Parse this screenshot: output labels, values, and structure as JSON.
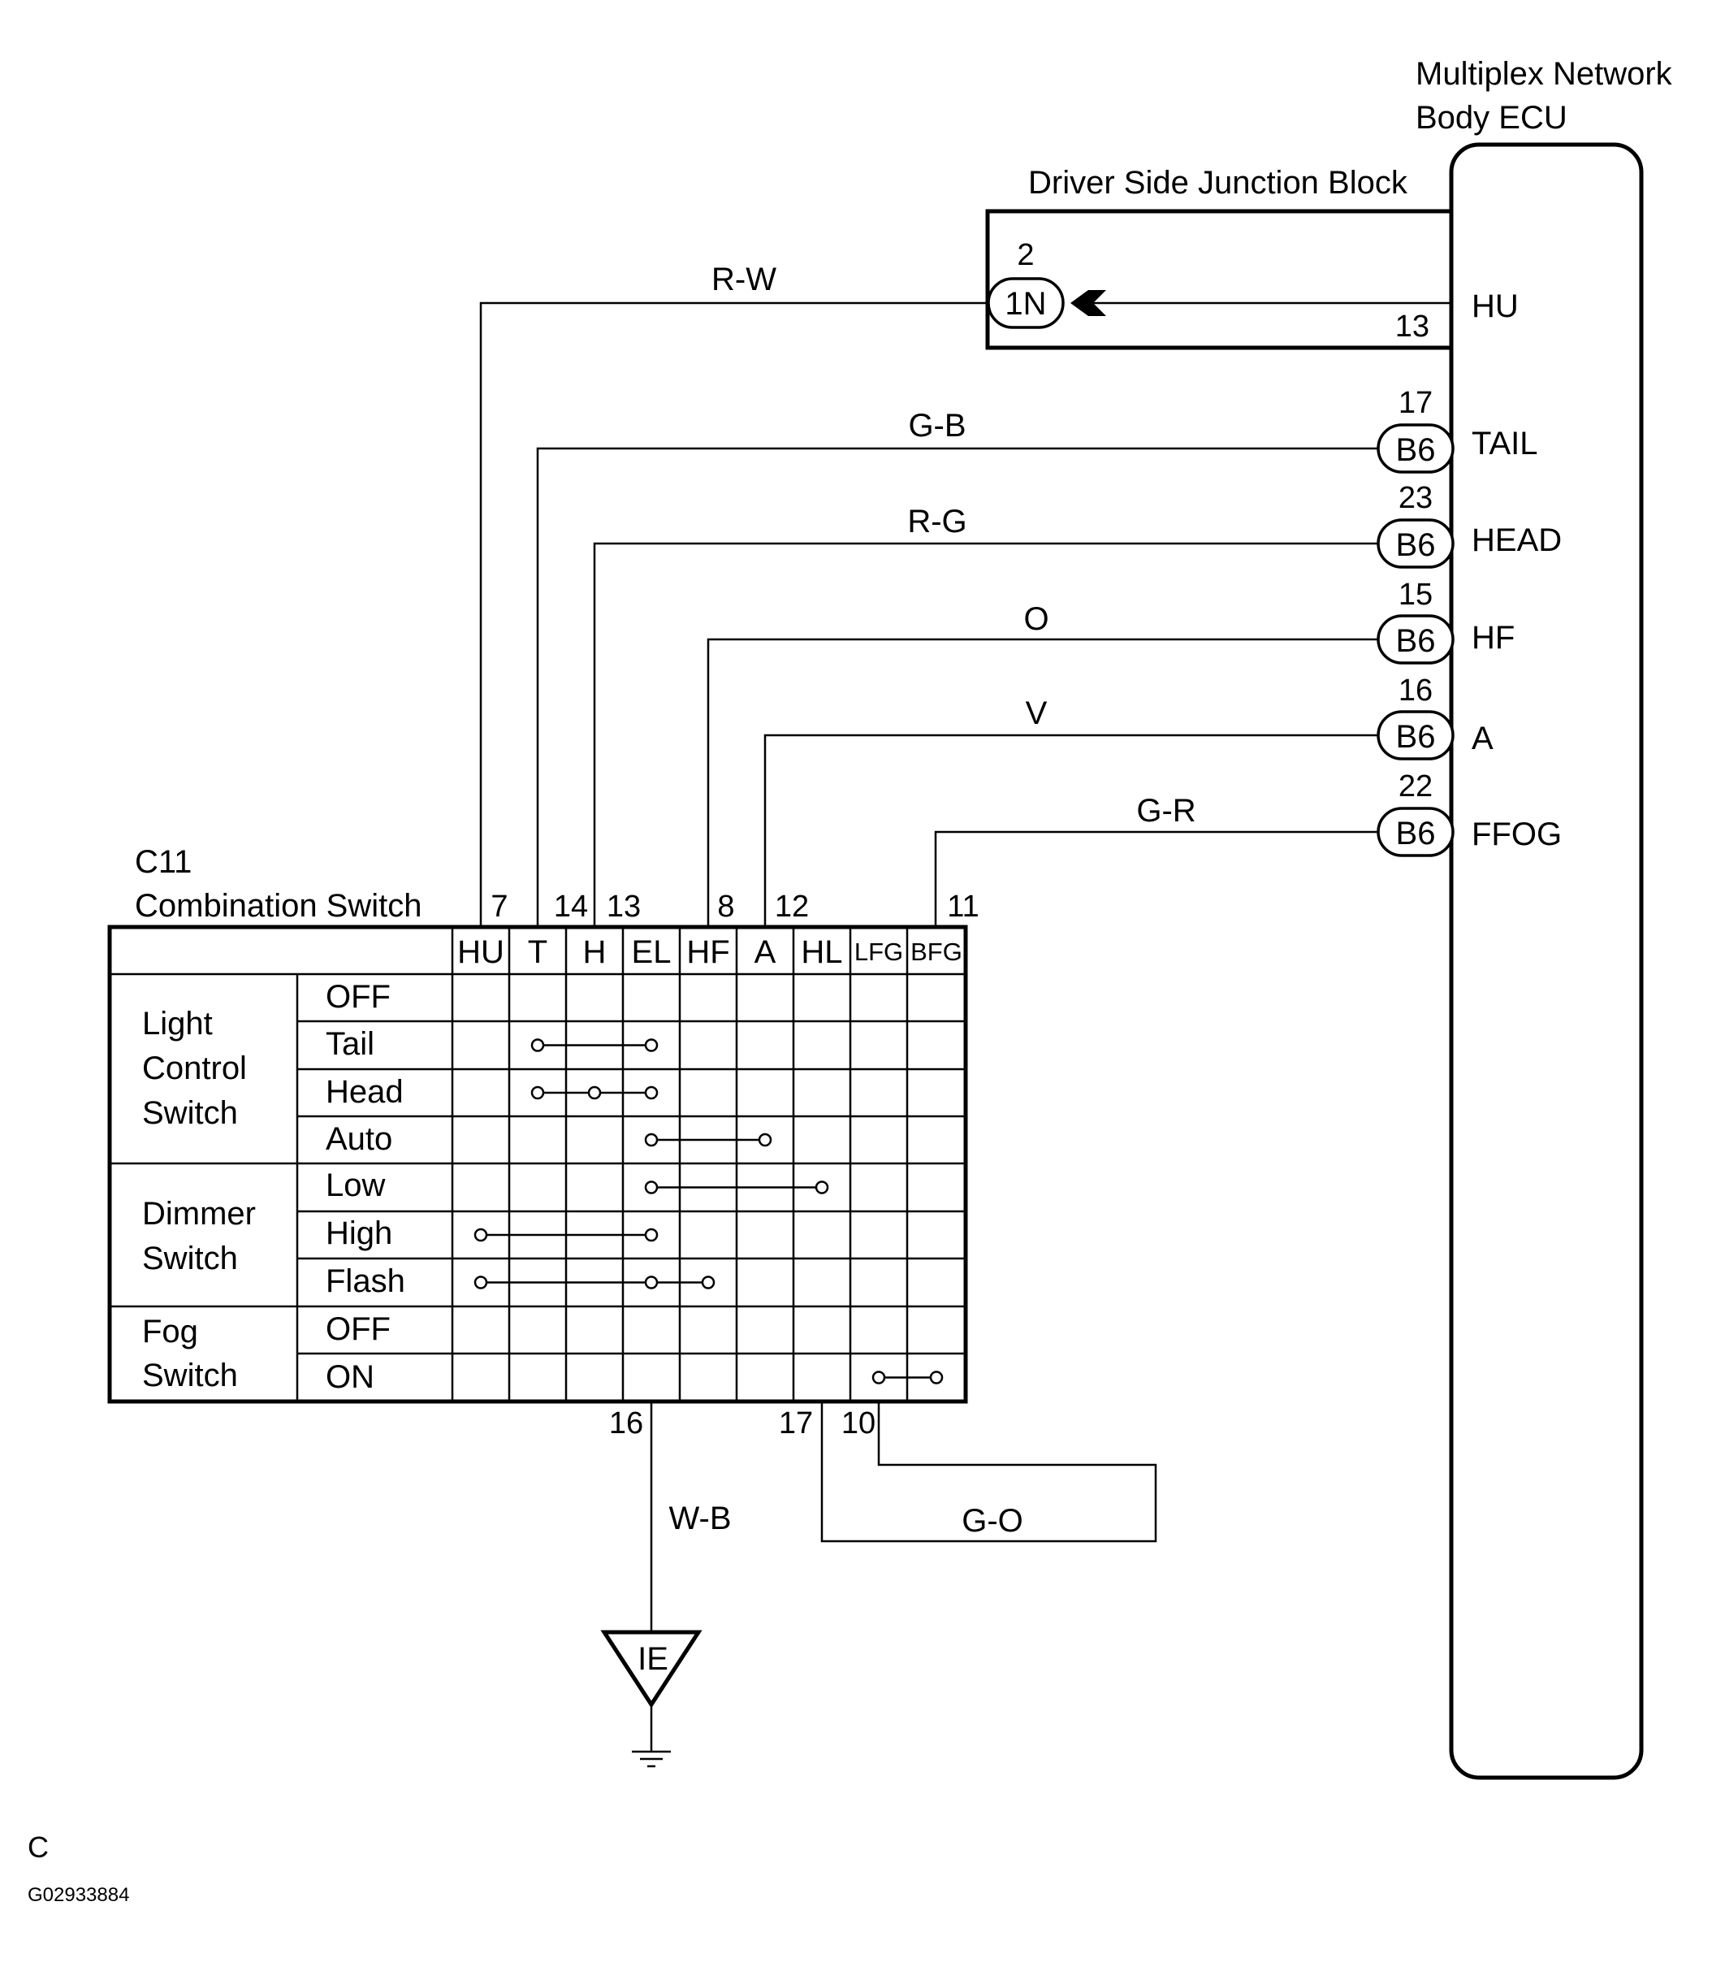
{
  "ecu": {
    "title_line1": "Multiplex Network",
    "title_line2": "Body ECU",
    "terminals": [
      {
        "pin": "13",
        "label": "HU"
      },
      {
        "pin": "17",
        "label": "TAIL"
      },
      {
        "pin": "23",
        "label": "HEAD"
      },
      {
        "pin": "15",
        "label": "HF"
      },
      {
        "pin": "16",
        "label": "A"
      },
      {
        "pin": "22",
        "label": "FFOG"
      }
    ]
  },
  "junction_block": {
    "title": "Driver Side Junction Block",
    "connector": "1N",
    "pin": "2"
  },
  "wires": [
    {
      "color": "R-W"
    },
    {
      "color": "G-B"
    },
    {
      "color": "R-G"
    },
    {
      "color": "O"
    },
    {
      "color": "V"
    },
    {
      "color": "G-R"
    },
    {
      "color": "W-B"
    },
    {
      "color": "G-O"
    }
  ],
  "ecu_connector": "B6",
  "combination_switch": {
    "code": "C11",
    "name": "Combination Switch",
    "columns": [
      "HU",
      "T",
      "H",
      "EL",
      "HF",
      "A",
      "HL",
      "LFG",
      "BFG"
    ],
    "top_pins": [
      "7",
      "14",
      "13",
      "8",
      "12",
      "11"
    ],
    "bottom_pins": [
      "16",
      "17",
      "10"
    ],
    "groups": [
      {
        "name_lines": [
          "Light",
          "Control",
          "Switch"
        ],
        "positions": [
          "OFF",
          "Tail",
          "Head",
          "Auto"
        ]
      },
      {
        "name_lines": [
          "Dimmer",
          "Switch"
        ],
        "positions": [
          "Low",
          "High",
          "Flash"
        ]
      },
      {
        "name_lines": [
          "Fog",
          "Switch"
        ],
        "positions": [
          "OFF",
          "ON"
        ]
      }
    ],
    "continuity": [
      {
        "position": "Tail",
        "columns": [
          "T",
          "EL"
        ]
      },
      {
        "position": "Head",
        "columns": [
          "T",
          "H",
          "EL"
        ]
      },
      {
        "position": "Auto",
        "columns": [
          "EL",
          "A"
        ]
      },
      {
        "position": "Low",
        "columns": [
          "EL",
          "HL"
        ]
      },
      {
        "position": "High",
        "columns": [
          "HU",
          "EL"
        ]
      },
      {
        "position": "Flash",
        "columns": [
          "HU",
          "EL",
          "HF"
        ]
      },
      {
        "position": "ON",
        "columns": [
          "LFG",
          "BFG"
        ]
      }
    ]
  },
  "ground": {
    "label": "IE"
  },
  "footer": {
    "letter": "C",
    "code": "G02933884"
  }
}
